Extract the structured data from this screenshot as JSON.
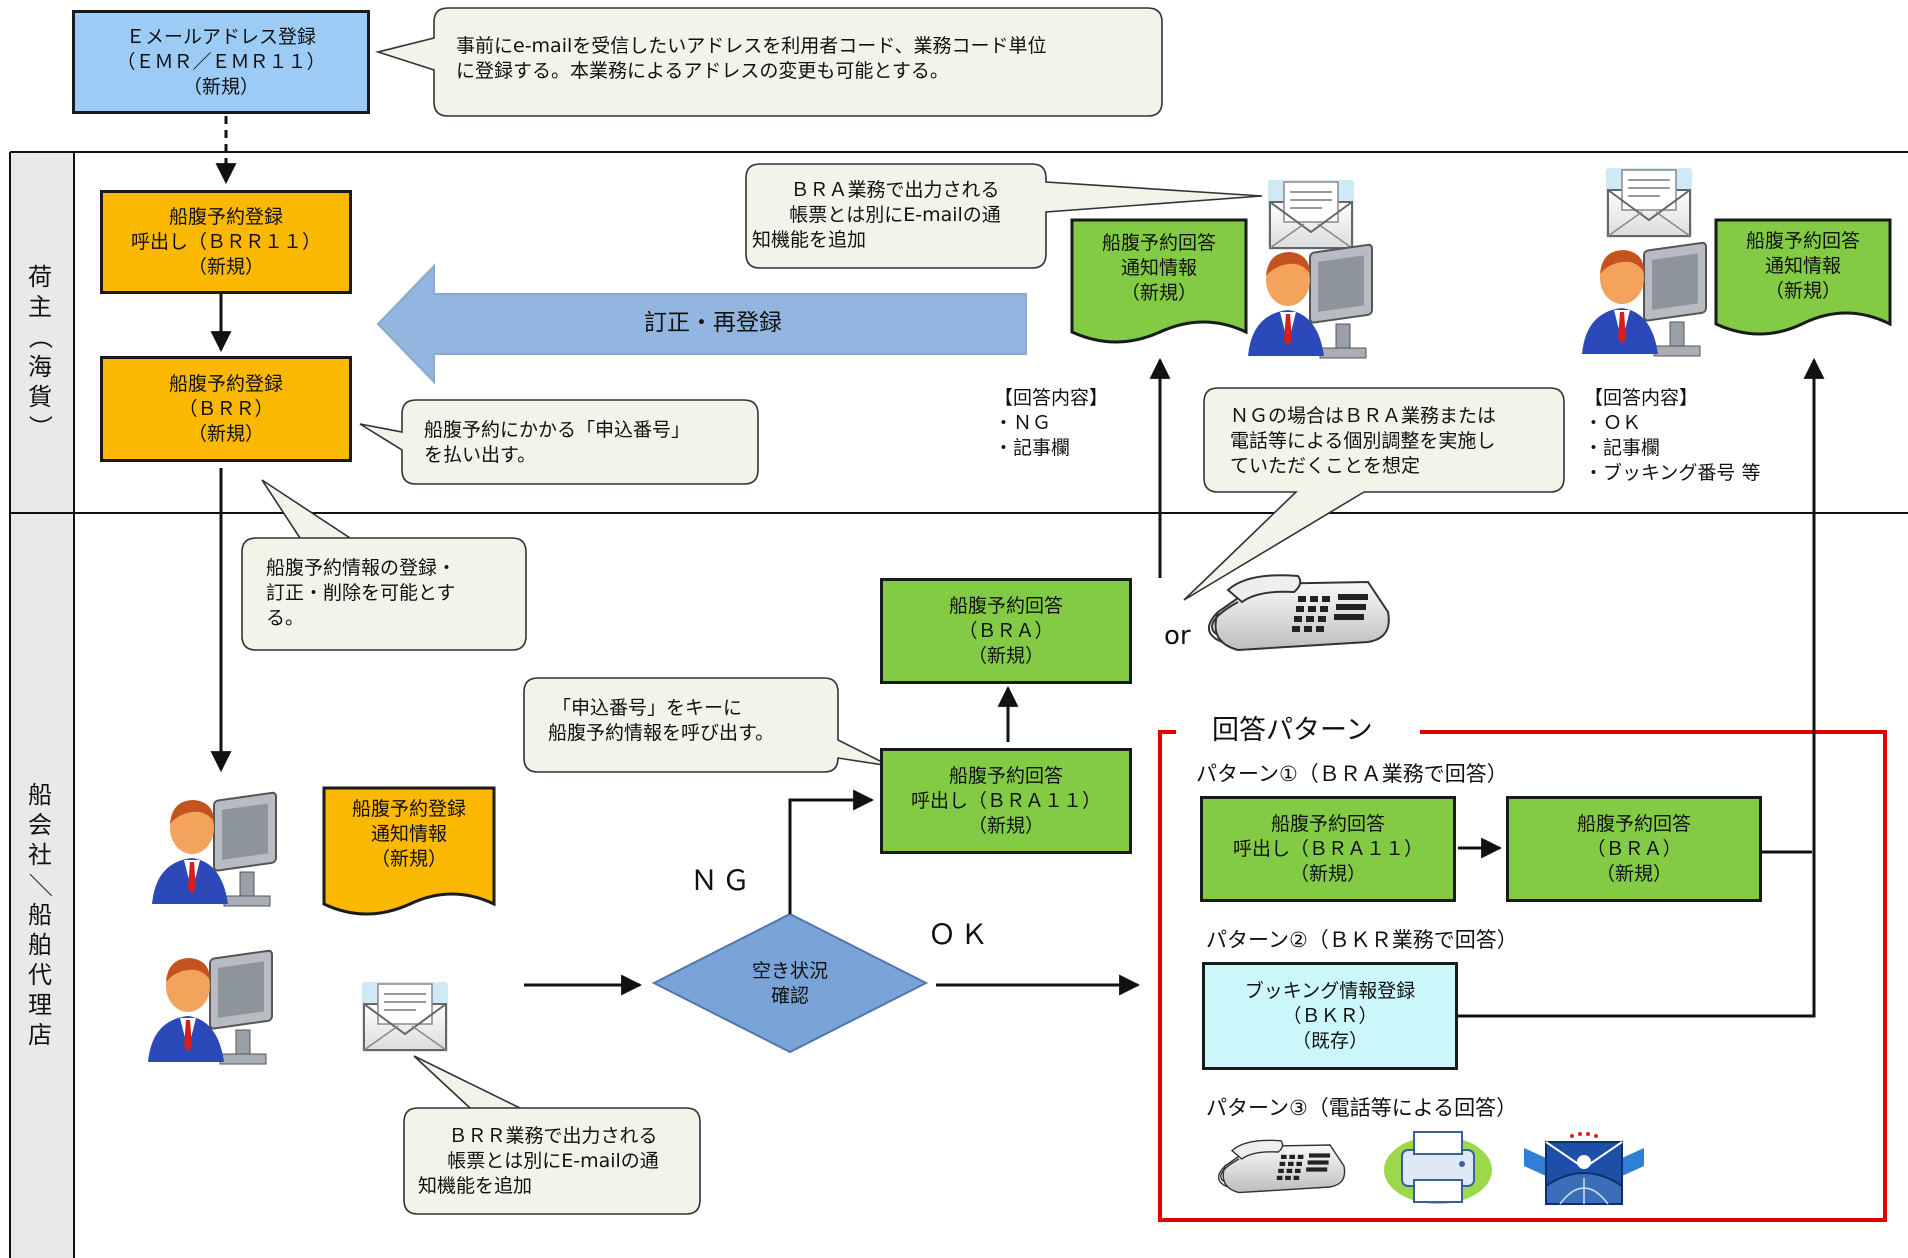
{
  "lanes": {
    "shipper_label": [
      "荷",
      "主",
      "（",
      "海",
      "貨",
      "）"
    ],
    "carrier_label": [
      "船",
      "会",
      "社",
      "／",
      "船",
      "舶",
      "代",
      "理",
      "店"
    ]
  },
  "boxes": {
    "emr": [
      "Ｅメールアドレス登録",
      "（ＥＭＲ／ＥＭＲ１１）",
      "（新規）"
    ],
    "brr11": [
      "船腹予約登録",
      "呼出し（ＢＲＲ１１）",
      "（新規）"
    ],
    "brr": [
      "船腹予約登録",
      "（ＢＲＲ）",
      "（新規）"
    ],
    "brr_notice_doc": [
      "船腹予約登録",
      "通知情報",
      "（新規）"
    ],
    "bra": [
      "船腹予約回答",
      "（ＢＲＡ）",
      "（新規）"
    ],
    "bra11": [
      "船腹予約回答",
      "呼出し（ＢＲＡ１１）",
      "（新規）"
    ],
    "answer_notice_doc_1": [
      "船腹予約回答",
      "通知情報",
      "（新規）"
    ],
    "answer_notice_doc_2": [
      "船腹予約回答",
      "通知情報",
      "（新規）"
    ],
    "p1_bra11": [
      "船腹予約回答",
      "呼出し（ＢＲＡ１１）",
      "（新規）"
    ],
    "p1_bra": [
      "船腹予約回答",
      "（ＢＲＡ）",
      "（新規）"
    ],
    "p2_bkr": [
      "ブッキング情報登録",
      "（ＢＫＲ）",
      "（既存）"
    ],
    "decision": [
      "空き状況",
      "確認"
    ]
  },
  "callouts": {
    "emr_note": [
      "事前にe-mailを受信したいアドレスを利用者コード、業務コード単位",
      "に登録する。本業務によるアドレスの変更も可能とする。"
    ],
    "bra_mail_note": [
      "ＢＲＡ業務で出力される",
      "帳票とは別にE-mailの通",
      "知機能を追加"
    ],
    "brr_number_note": [
      "船腹予約にかかる「申込番号」",
      "を払い出す。"
    ],
    "brr_edit_note": [
      "船腹予約情報の登録・",
      "訂正・削除を可能とす",
      "る。"
    ],
    "key_note": [
      "「申込番号」をキーに",
      "船腹予約情報を呼び出す。"
    ],
    "ng_note": [
      "ＮＧの場合はＢＲＡ業務または",
      "電話等による個別調整を実施し",
      "ていただくことを想定"
    ],
    "brr_mail_note": [
      "ＢＲＲ業務で出力される",
      "帳票とは別にE-mailの通",
      "知機能を追加"
    ]
  },
  "labels": {
    "correction_arrow": "訂正・再登録",
    "answer_ng": [
      "【回答内容】",
      "・ＮＧ",
      "・記事欄"
    ],
    "answer_ok": [
      "【回答内容】",
      "・ＯＫ",
      "・記事欄",
      "・ブッキング番号 等"
    ],
    "or": "or",
    "ng": "ＮＧ",
    "ok": "ＯＫ",
    "pattern_title": "回答パターン",
    "pattern1": "パターン①（ＢＲＡ業務で回答）",
    "pattern2": "パターン②（ＢＫＲ業務で回答）",
    "pattern3": "パターン③（電話等による回答）"
  },
  "colors": {
    "blue_box": "#9ccbf6",
    "orange_box": "#fbb800",
    "green_box": "#83cb45",
    "cyan_box": "#cbf7fb",
    "decision": "#7aa3d8",
    "big_arrow": "#92b6e0",
    "pattern_frame": "#e00000",
    "callout_fill": "#f1f4e8"
  },
  "icons": [
    "envelope-icon",
    "person-computer-icon",
    "telephone-icon",
    "printer-icon",
    "globe-mail-icon"
  ]
}
